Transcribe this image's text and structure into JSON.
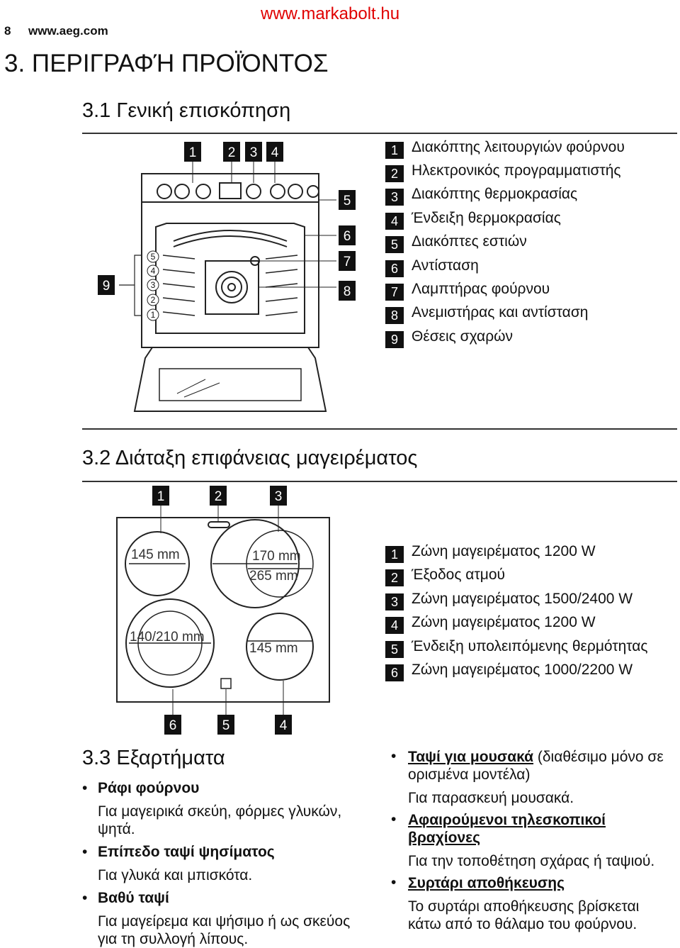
{
  "header": {
    "page_number": "8",
    "site": "www.aeg.com",
    "watermark": "www.markabolt.hu"
  },
  "chapter_title": "3. ΠΕΡΙΓΡΑΦΉ ΠΡΟΪΌΝΤΟΣ",
  "section1": {
    "title": "3.1 Γενική επισκόπηση",
    "diagram_labels": [
      "1",
      "2",
      "3",
      "4",
      "5",
      "6",
      "7",
      "8",
      "9"
    ],
    "shelf_labels": [
      "5",
      "4",
      "3",
      "2",
      "1"
    ],
    "legend": [
      {
        "num": "1",
        "text": "Διακόπτης λειτουργιών φούρνου"
      },
      {
        "num": "2",
        "text": "Ηλεκτρονικός προγραμματιστής"
      },
      {
        "num": "3",
        "text": "Διακόπτης θερμοκρασίας"
      },
      {
        "num": "4",
        "text": "Ένδειξη θερμοκρασίας"
      },
      {
        "num": "5",
        "text": "Διακόπτες εστιών"
      },
      {
        "num": "6",
        "text": "Αντίσταση"
      },
      {
        "num": "7",
        "text": "Λαμπτήρας φούρνου"
      },
      {
        "num": "8",
        "text": "Ανεμιστήρας και αντίσταση"
      },
      {
        "num": "9",
        "text": "Θέσεις σχαρών"
      }
    ]
  },
  "section2": {
    "title": "3.2 Διάταξη επιφάνειας μαγειρέματος",
    "top_labels": [
      "1",
      "2",
      "3"
    ],
    "bottom_labels": [
      "6",
      "5",
      "4"
    ],
    "zones": {
      "top_left": "145 mm",
      "top_right_inner": "170 mm",
      "top_right_outer": "265 mm",
      "bottom_left": "140/210 mm",
      "bottom_right": "145 mm"
    },
    "legend": [
      {
        "num": "1",
        "text": "Ζώνη μαγειρέματος 1200 W"
      },
      {
        "num": "2",
        "text": "Έξοδος ατμού"
      },
      {
        "num": "3",
        "text": "Ζώνη μαγειρέματος 1500/2400 W"
      },
      {
        "num": "4",
        "text": "Ζώνη μαγειρέματος 1200 W"
      },
      {
        "num": "5",
        "text": "Ένδειξη υπολειπόμενης θερμότητας"
      },
      {
        "num": "6",
        "text": "Ζώνη μαγειρέματος 1000/2200 W"
      }
    ]
  },
  "section3": {
    "title": "3.3 Εξαρτήματα",
    "bullet_glyph": "•",
    "left": [
      {
        "name": "Ράφι φούρνου",
        "desc": "Για μαγειρικά σκεύη, φόρμες γλυκών, ψητά."
      },
      {
        "name": "Επίπεδο ταψί ψησίματος",
        "desc": "Για γλυκά και μπισκότα."
      },
      {
        "name": "Βαθύ ταψί",
        "desc": "Για μαγείρεμα και ψήσιμο ή ως σκεύος για τη συλλογή λίπους."
      }
    ],
    "right": [
      {
        "name": "Ταψί για μουσακά",
        "note": "(διαθέσιμο μόνο σε ορισμένα μοντέλα)",
        "desc": "Για παρασκευή μουσακά."
      },
      {
        "name": "Αφαιρούμενοι τηλεσκοπικοί βραχίονες",
        "desc": "Για την τοποθέτηση σχάρας ή ταψιού."
      },
      {
        "name": "Συρτάρι αποθήκευσης",
        "desc": "Το συρτάρι αποθήκευσης βρίσκεται κάτω από το θάλαμο του φούρνου."
      }
    ]
  }
}
